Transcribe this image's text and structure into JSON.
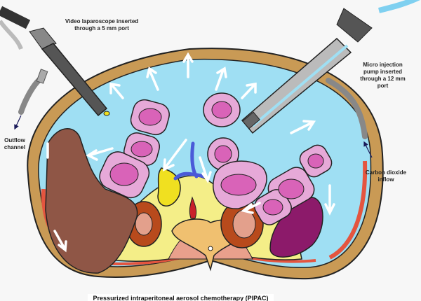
{
  "labels": {
    "laparoscope": "Video laparoscope inserted through a 5 mm port",
    "injection_pump": "Micro injection pump inserted through a 12 mm port",
    "outflow": "Outflow channel",
    "co2": "Carbon dioxide inflow"
  },
  "caption": "Pressurized intraperitoneal aerosol chemotherapy (PIPAC)",
  "colors": {
    "cavity": "#9fdff3",
    "wall": "#c99a55",
    "liver": "#8f5646",
    "spleen": "#8c1a6a",
    "bowel": "#d963b8",
    "fat": "#f4ee88"
  }
}
